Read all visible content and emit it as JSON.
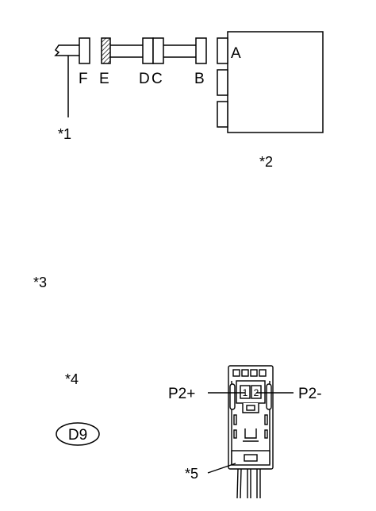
{
  "wiring": {
    "connector_labels": [
      "F",
      "E",
      "D",
      "C",
      "B"
    ],
    "ecu_terminal": "A"
  },
  "callouts": {
    "c1": "*1",
    "c2": "*2",
    "c3": "*3",
    "c4": "*4",
    "c5": "*5"
  },
  "connector_view": {
    "id_badge": "D9",
    "pin1": "1",
    "pin2": "2",
    "pin1_label": "P2+",
    "pin2_label": "P2-"
  }
}
